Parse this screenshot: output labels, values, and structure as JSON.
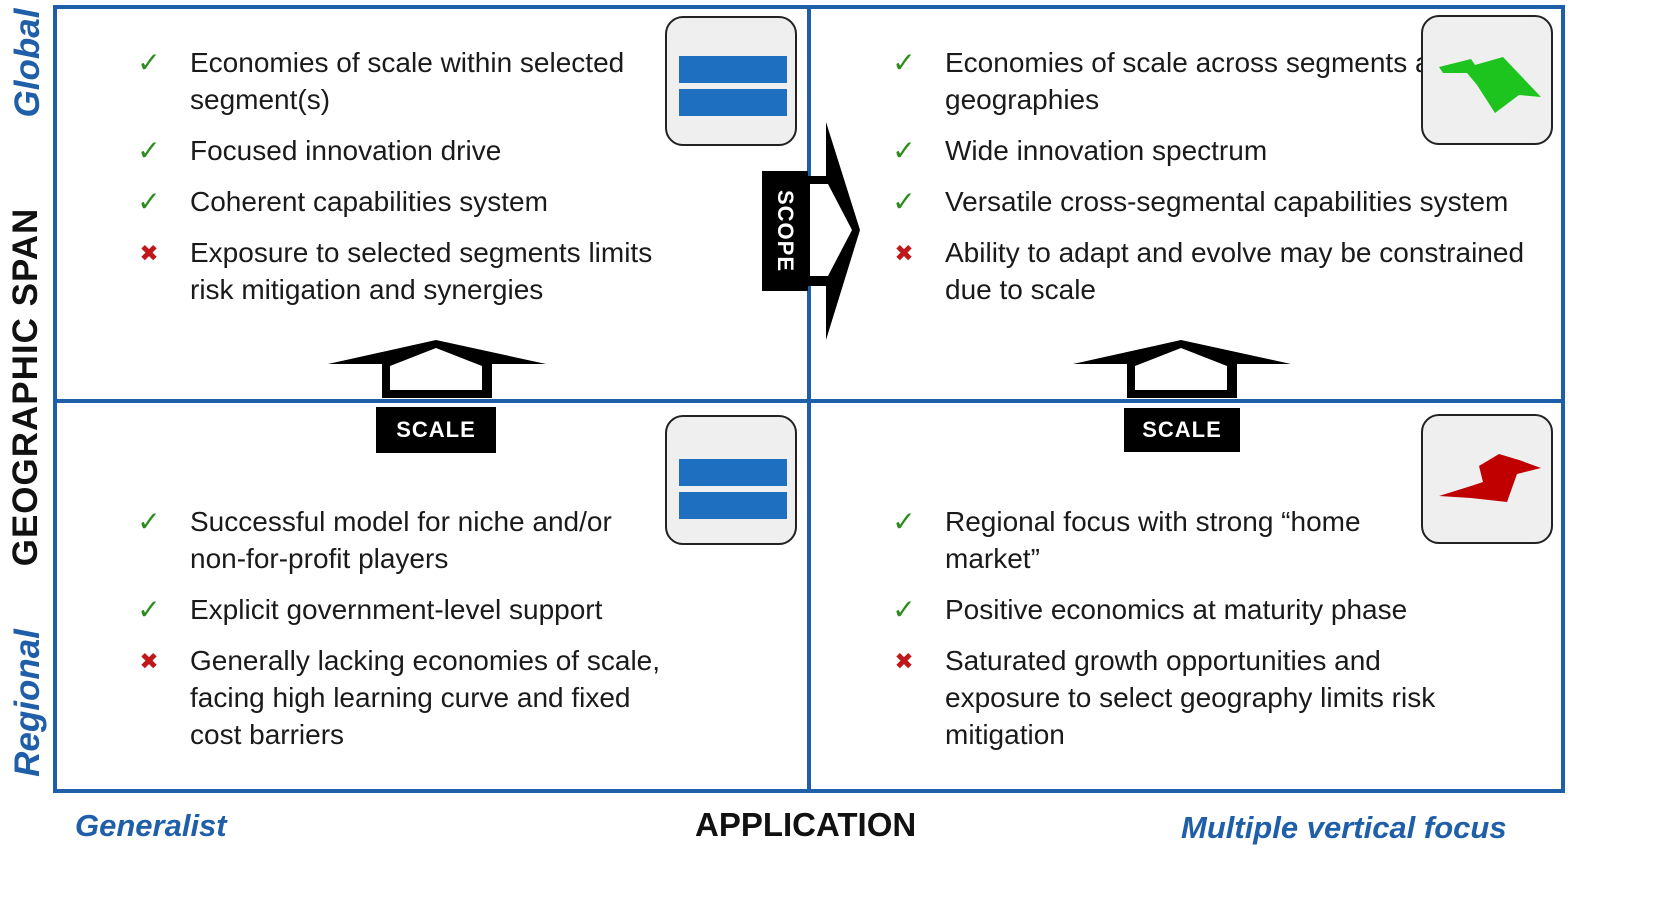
{
  "axes": {
    "y_title": "GEOGRAPHIC SPAN",
    "y_top": "Global",
    "y_bottom": "Regional",
    "x_title": "APPLICATION",
    "x_left": "Generalist",
    "x_right": "Multiple vertical focus"
  },
  "arrows": {
    "scope_label": "SCOPE",
    "scale_left_label": "SCALE",
    "scale_right_label": "SCALE"
  },
  "quadrants": {
    "top_left": {
      "icon": "equals-icon",
      "items": [
        {
          "type": "pro",
          "text": "Economies of scale within selected segment(s)"
        },
        {
          "type": "pro",
          "text": "Focused innovation drive"
        },
        {
          "type": "pro",
          "text": "Coherent capabilities system"
        },
        {
          "type": "con",
          "text": "Exposure to selected segments limits risk mitigation and synergies"
        }
      ]
    },
    "top_right": {
      "icon": "trend-up-arrow-icon",
      "items": [
        {
          "type": "pro",
          "text": "Economies of scale across segments and geographies"
        },
        {
          "type": "pro",
          "text": "Wide innovation spectrum"
        },
        {
          "type": "pro",
          "text": "Versatile cross-segmental capabilities system"
        },
        {
          "type": "con",
          "text": "Ability to adapt and evolve may be constrained due to scale"
        }
      ]
    },
    "bottom_left": {
      "icon": "equals-icon",
      "items": [
        {
          "type": "pro",
          "text": "Successful model for niche and/or non-for-profit players"
        },
        {
          "type": "pro",
          "text": "Explicit government-level support"
        },
        {
          "type": "con",
          "text": "Generally lacking economies of scale, facing high learning curve and fixed cost barriers"
        }
      ]
    },
    "bottom_right": {
      "icon": "trend-down-arrow-icon",
      "items": [
        {
          "type": "pro",
          "text": "Regional focus with strong “home market”"
        },
        {
          "type": "pro",
          "text": "Positive economics at maturity phase"
        },
        {
          "type": "con",
          "text": "Saturated growth opportunities and exposure to select geography limits risk mitigation"
        }
      ]
    }
  },
  "symbols": {
    "pro": "✓",
    "con": "✖"
  },
  "colors": {
    "frame_blue": "#1f5ea8",
    "icon_blue": "#1e6fc0",
    "check_green": "#2e8b1e",
    "cross_red": "#c0171b",
    "arrow_up_green": "#1ec41e",
    "arrow_down_red": "#c00000"
  }
}
